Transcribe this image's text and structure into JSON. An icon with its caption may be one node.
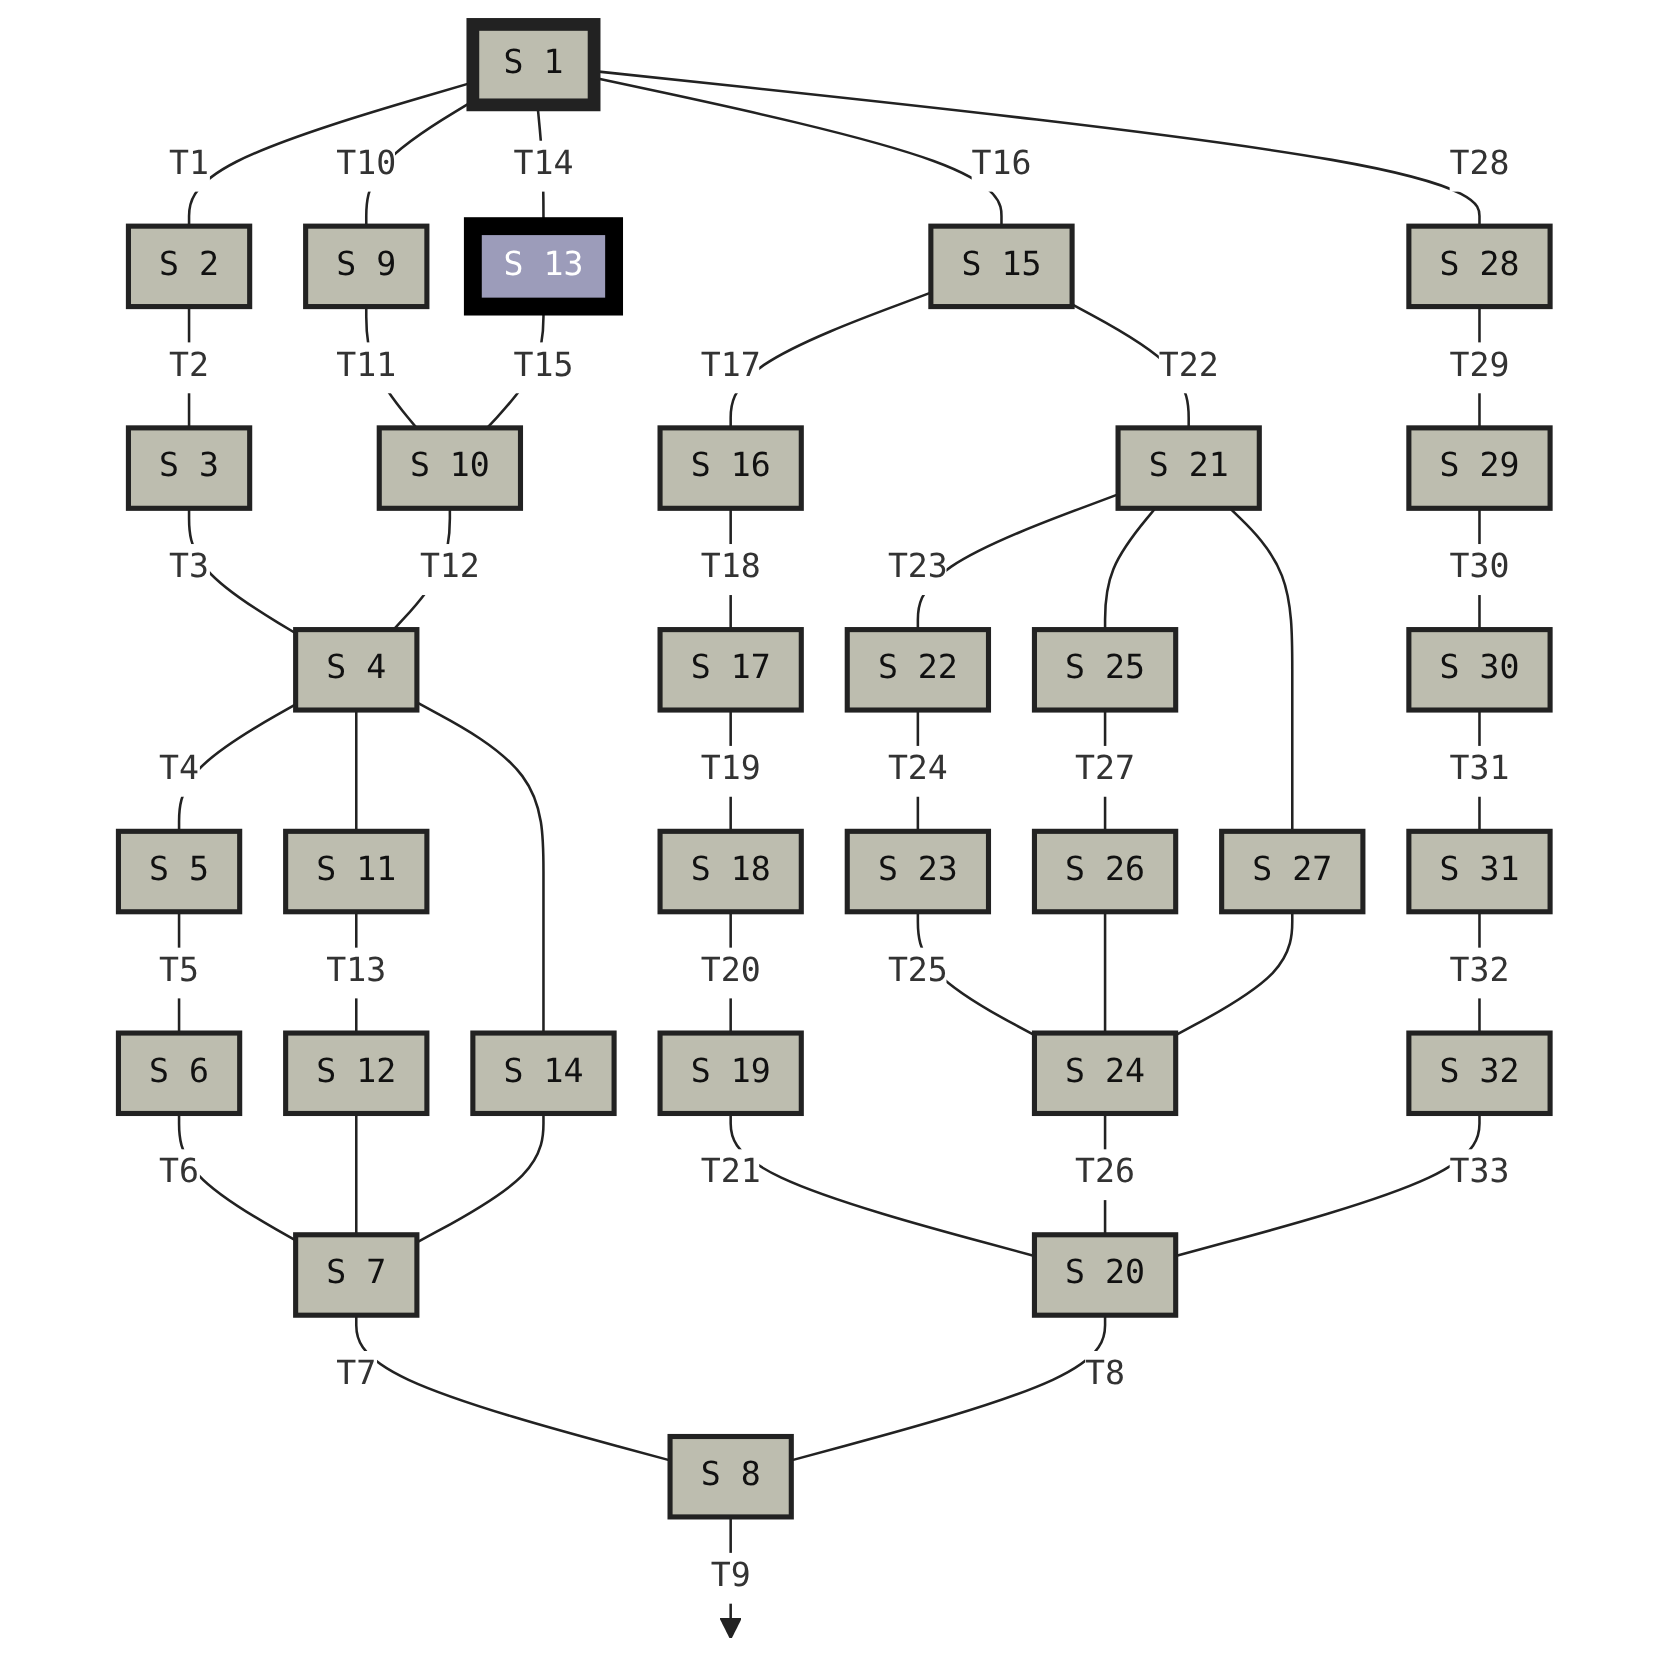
{
  "diagram": {
    "nodes": [
      {
        "text": [
          "S 1"
        ]
      },
      {
        "text": [
          "S 2"
        ]
      },
      {
        "text": [
          "S 3"
        ]
      },
      {
        "text": [
          "S 4"
        ]
      },
      {
        "text": [
          "S 5"
        ]
      },
      {
        "text": [
          "S 6"
        ]
      },
      {
        "text": [
          "S 7"
        ]
      },
      {
        "text": [
          "S 8"
        ]
      },
      {
        "text": [
          "S 9"
        ]
      },
      {
        "text": [
          "S 10"
        ]
      },
      {
        "text": [
          "S 11"
        ]
      },
      {
        "text": [
          "S 12"
        ]
      },
      {
        "text": [
          "S 13"
        ]
      },
      {
        "text": [
          "S 14"
        ]
      },
      {
        "text": [
          "S 15"
        ]
      },
      {
        "text": [
          "S 16"
        ]
      },
      {
        "text": [
          "S 17"
        ]
      },
      {
        "text": [
          "S 18"
        ]
      },
      {
        "text": [
          "S 19"
        ]
      },
      {
        "text": [
          "S 20"
        ]
      },
      {
        "text": [
          "S 21"
        ]
      },
      {
        "text": [
          "S 22"
        ]
      },
      {
        "text": [
          "S 23"
        ]
      },
      {
        "text": [
          "S 24"
        ]
      },
      {
        "text": [
          "S 25"
        ]
      },
      {
        "text": [
          "S 26"
        ]
      },
      {
        "text": [
          "S 27"
        ]
      },
      {
        "text": [
          "S 28"
        ]
      },
      {
        "text": [
          "S 29"
        ]
      },
      {
        "text": [
          "S 30"
        ]
      },
      {
        "text": [
          "S 31"
        ]
      },
      {
        "text": [
          "S 32"
        ]
      }
    ],
    "edges": [
      {
        "from": 0,
        "to": 1,
        "arrow": "none",
        "label": "T1"
      },
      {
        "from": 0,
        "to": 8,
        "arrow": "none",
        "label": "T10"
      },
      {
        "from": 0,
        "to": 12,
        "arrow": "none",
        "label": "T14"
      },
      {
        "from": 0,
        "to": 14,
        "arrow": "none",
        "label": "T16"
      },
      {
        "from": 0,
        "to": 27,
        "arrow": "none",
        "label": "T28"
      },
      {
        "from": 1,
        "to": 2,
        "arrow": "none",
        "label": "T2"
      },
      {
        "from": 2,
        "to": 3,
        "arrow": "none",
        "label": "T3"
      },
      {
        "from": 8,
        "to": 9,
        "arrow": "none",
        "label": "T11"
      },
      {
        "from": 12,
        "to": 9,
        "arrow": "none",
        "label": "T15"
      },
      {
        "from": 9,
        "to": 3,
        "arrow": "none",
        "label": "T12"
      },
      {
        "from": 3,
        "to": 4,
        "arrow": "none",
        "label": "T4"
      },
      {
        "from": 3,
        "to": 10,
        "arrow": "none"
      },
      {
        "from": 3,
        "to": 13,
        "arrow": "none"
      },
      {
        "from": 4,
        "to": 5,
        "arrow": "none",
        "label": "T5"
      },
      {
        "from": 10,
        "to": 11,
        "arrow": "none",
        "label": "T13"
      },
      {
        "from": 5,
        "to": 6,
        "arrow": "none",
        "label": "T6"
      },
      {
        "from": 11,
        "to": 6,
        "arrow": "none"
      },
      {
        "from": 13,
        "to": 6,
        "arrow": "none"
      },
      {
        "from": 6,
        "to": 7,
        "arrow": "none",
        "label": "T7"
      },
      {
        "from": 19,
        "to": 7,
        "arrow": "none",
        "label": "T8"
      },
      {
        "from": 7,
        "to": null,
        "arrow": "to",
        "label": "T9"
      },
      {
        "from": 14,
        "to": 15,
        "arrow": "none",
        "label": "T17"
      },
      {
        "from": 14,
        "to": 20,
        "arrow": "none",
        "label": "T22"
      },
      {
        "from": 15,
        "to": 16,
        "arrow": "none",
        "label": "T18"
      },
      {
        "from": 16,
        "to": 17,
        "arrow": "none",
        "label": "T19"
      },
      {
        "from": 17,
        "to": 18,
        "arrow": "none",
        "label": "T20"
      },
      {
        "from": 18,
        "to": 19,
        "arrow": "none",
        "label": "T21"
      },
      {
        "from": 20,
        "to": 21,
        "arrow": "none",
        "label": "T23"
      },
      {
        "from": 20,
        "to": 24,
        "arrow": "none"
      },
      {
        "from": 20,
        "to": 26,
        "arrow": "none"
      },
      {
        "from": 21,
        "to": 22,
        "arrow": "none",
        "label": "T24"
      },
      {
        "from": 24,
        "to": 25,
        "arrow": "none",
        "label": "T27"
      },
      {
        "from": 22,
        "to": 23,
        "arrow": "none",
        "label": "T25"
      },
      {
        "from": 25,
        "to": 23,
        "arrow": "none"
      },
      {
        "from": 26,
        "to": 23,
        "arrow": "none"
      },
      {
        "from": 23,
        "to": 19,
        "arrow": "none",
        "label": "T26"
      },
      {
        "from": 27,
        "to": 28,
        "arrow": "none",
        "label": "T29"
      },
      {
        "from": 28,
        "to": 29,
        "arrow": "none",
        "label": "T30"
      },
      {
        "from": 29,
        "to": 30,
        "arrow": "none",
        "label": "T31"
      },
      {
        "from": 30,
        "to": 31,
        "arrow": "none",
        "label": "T32"
      },
      {
        "from": 31,
        "to": 19,
        "arrow": "none",
        "label": "T33"
      }
    ]
  }
}
